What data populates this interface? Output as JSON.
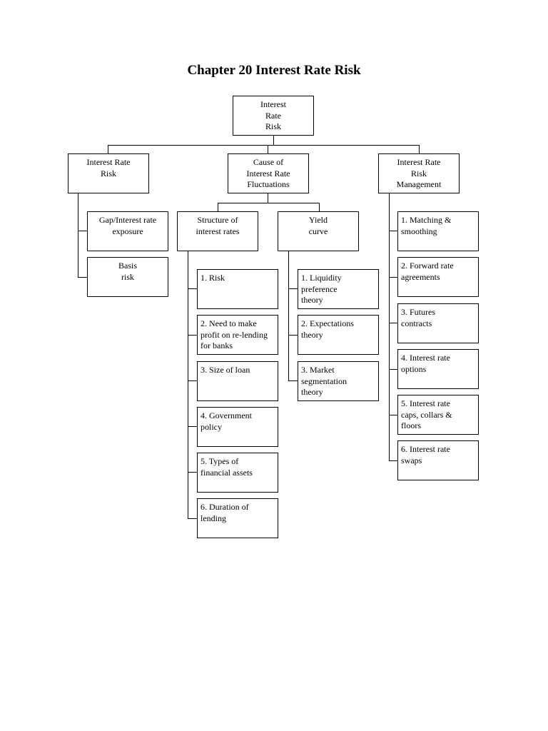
{
  "title": "Chapter 20 Interest Rate Risk",
  "root": {
    "lines": [
      "Interest",
      "Rate",
      "Risk"
    ]
  },
  "level1": {
    "interest_rate_risk": {
      "lines": [
        "Interest Rate",
        "Risk"
      ]
    },
    "cause": {
      "lines": [
        "Cause of",
        "Interest Rate",
        "Fluctuations"
      ]
    },
    "management": {
      "lines": [
        "Interest Rate",
        "Risk",
        "Management"
      ]
    }
  },
  "risk_children": [
    {
      "lines": [
        "Gap/Interest rate",
        "exposure"
      ]
    },
    {
      "lines": [
        "Basis",
        "risk"
      ]
    }
  ],
  "cause_children": {
    "structure": {
      "lines": [
        "Structure of",
        "interest rates"
      ]
    },
    "yield": {
      "lines": [
        "Yield",
        "curve"
      ]
    }
  },
  "structure_items": [
    {
      "lines": [
        "1. Risk"
      ]
    },
    {
      "lines": [
        "2. Need to make",
        "profit on re-lending",
        "for banks"
      ]
    },
    {
      "lines": [
        "3. Size of loan"
      ]
    },
    {
      "lines": [
        "4. Government",
        "policy"
      ]
    },
    {
      "lines": [
        "5. Types of",
        "financial assets"
      ]
    },
    {
      "lines": [
        "6. Duration of",
        "lending"
      ]
    }
  ],
  "yield_items": [
    {
      "lines": [
        "1. Liquidity",
        "preference",
        "theory"
      ]
    },
    {
      "lines": [
        "2. Expectations",
        "theory"
      ]
    },
    {
      "lines": [
        "3. Market",
        "segmentation",
        "theory"
      ]
    }
  ],
  "management_items": [
    {
      "lines": [
        "1. Matching &",
        "smoothing"
      ]
    },
    {
      "lines": [
        "2. Forward rate",
        "agreements"
      ]
    },
    {
      "lines": [
        "3. Futures",
        "contracts"
      ]
    },
    {
      "lines": [
        "4. Interest rate",
        "options"
      ]
    },
    {
      "lines": [
        "5. Interest rate",
        "caps, collars &",
        "floors"
      ]
    },
    {
      "lines": [
        "6. Interest rate",
        "swaps"
      ]
    }
  ]
}
